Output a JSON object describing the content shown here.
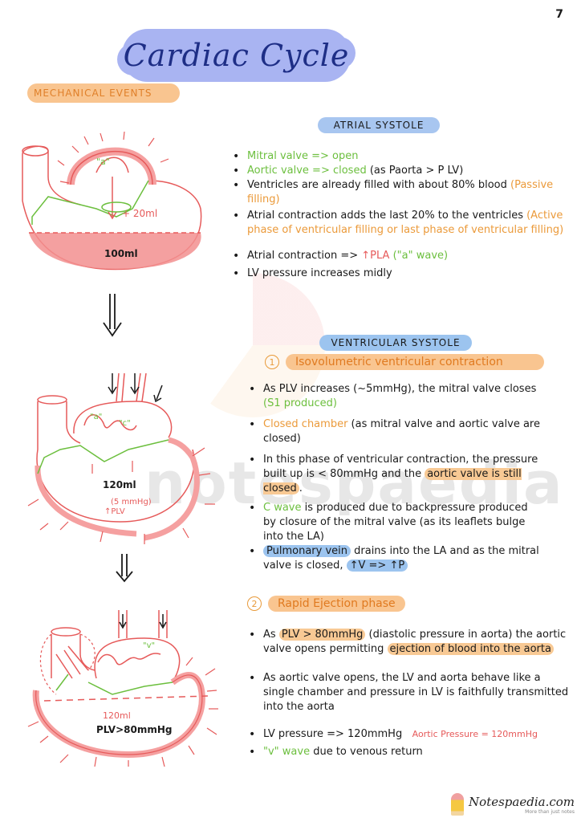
{
  "page_number": "7",
  "title": "Cardiac Cycle",
  "section_label": "MECHANICAL EVENTS",
  "atrial_systole": {
    "heading": "ATRIAL SYSTOLE",
    "items": [
      {
        "green": "Mitral valve => open"
      },
      {
        "green": "Aortic valve => closed",
        "text": " (as Paorta > P LV)"
      },
      {
        "text": "Ventricles are already filled with about 80% blood ",
        "orange": "(Passive filling)"
      },
      {
        "text": "Atrial contraction adds the last 20% to the ventricles ",
        "orange": "(Active phase of ventricular filling or last phase of ventricular filling)"
      },
      {
        "text": "Atrial contraction => ",
        "red": "↑PLA",
        "green": " (\"a\" wave)"
      },
      {
        "text": "LV pressure increases midly"
      }
    ]
  },
  "ventricular_systole": {
    "heading": "VENTRICULAR SYSTOLE",
    "phase1": {
      "number": "1",
      "title": "Isovolumetric ventricular contraction",
      "items": [
        {
          "text": "As PLV increases (~5mmHg), the mitral valve closes ",
          "green": "(S1 produced)"
        },
        {
          "orange": "Closed chamber",
          "text": " (as mitral valve and aortic valve are closed)"
        },
        {
          "text": "In this phase of ventricular contraction, the pressure built up is < 80mmHg and the ",
          "highlight": "aortic valve is still closed",
          "tail": "."
        },
        {
          "green": "C wave",
          "text": " is produced due to backpressure produced by closure of the mitral valve (as its leaflets bulge into the LA)"
        },
        {
          "highlight_blue": "Pulmonary vein",
          "text": " drains into the LA and as the mitral valve is closed, ",
          "highlight_blue2": "↑V => ↑P"
        }
      ]
    },
    "phase2": {
      "number": "2",
      "title": "Rapid Ejection phase",
      "items": [
        {
          "prefix": "As ",
          "highlight": "PLV > 80mmHg",
          "text": " (diastolic pressure in aorta) the aortic valve opens permitting ",
          "highlight2": "ejection of blood into the aorta"
        },
        {
          "text": "As aortic valve opens, the LV and aorta behave like a single chamber and pressure in LV is faithfully transmitted into the aorta"
        },
        {
          "text": "LV pressure => 120mmHg",
          "red": "Aortic Pressure = 120mmHg"
        },
        {
          "green": "\"v\" wave",
          "text": " due to venous return"
        }
      ]
    }
  },
  "diagrams": {
    "d1": {
      "wave_label": "\"a\"",
      "added_volume": "+ 20ml",
      "volume": "100ml"
    },
    "d2": {
      "wave_a": "\"a\"",
      "wave_c": "\"c\"",
      "volume": "120ml",
      "pressure": "(5 mmHg)",
      "pressure_label": "↑PLV"
    },
    "d3": {
      "wave_v": "\"v\"",
      "volume": "120ml",
      "pressure": "PLV>80mmHg"
    }
  },
  "watermark": "notespaedia",
  "brand": {
    "name": "Notespaedia.com",
    "tagline": "More than just notes"
  },
  "colors": {
    "red": "#e65a5a",
    "green": "#6cbf3e",
    "orange": "#eb9a3a",
    "blue_highlight": "#9cc4ef",
    "title_bg": "#a9b4f2",
    "title_text": "#1e2e86"
  }
}
